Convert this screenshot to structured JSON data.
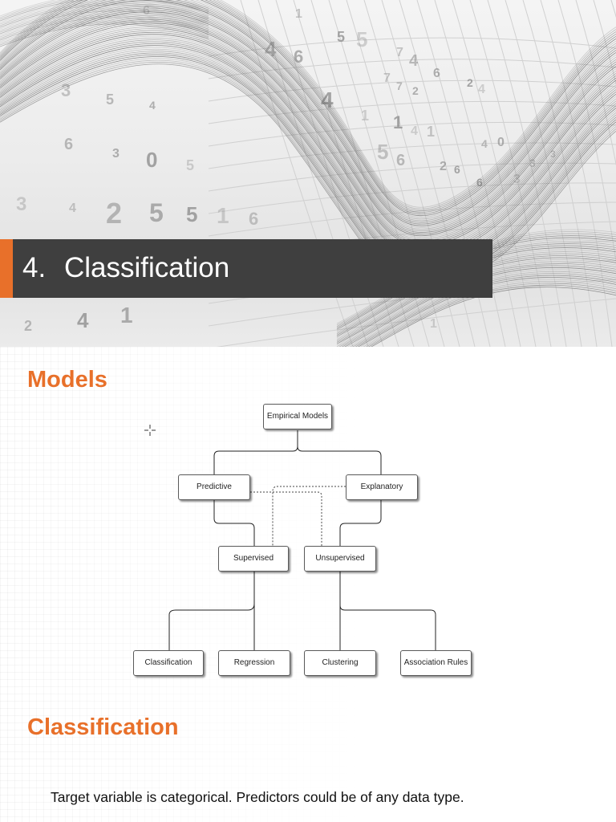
{
  "banner": {
    "number": "4.",
    "title": "Classification",
    "accent_color": "#e8702a",
    "bar_color": "#3f3f3f",
    "decor_digits": [
      "6",
      "1",
      "4",
      "6",
      "5",
      "5",
      "7",
      "4",
      "6",
      "2",
      "4",
      "3",
      "5",
      "4",
      "4",
      "1",
      "7",
      "7",
      "2",
      "1",
      "4",
      "1",
      "6",
      "3",
      "0",
      "5",
      "5",
      "6",
      "2",
      "6",
      "3",
      "4",
      "2",
      "5",
      "5",
      "1",
      "6",
      "4",
      "0",
      "6",
      "3",
      "3",
      "2",
      "1",
      "4",
      "1",
      "3"
    ]
  },
  "models_heading": "Models",
  "diagram": {
    "nodes": {
      "empirical": "Empirical Models",
      "predictive": "Predictive",
      "explanatory": "Explanatory",
      "supervised": "Supervised",
      "unsupervised": "Unsupervised",
      "classification": "Classification",
      "regression": "Regression",
      "clustering": "Clustering",
      "association": "Association Rules"
    }
  },
  "classification_heading": "Classification",
  "body_text": "Target variable is categorical. Predictors could be of any data type.",
  "icons": {
    "cursor": "crosshair-cursor-icon"
  }
}
